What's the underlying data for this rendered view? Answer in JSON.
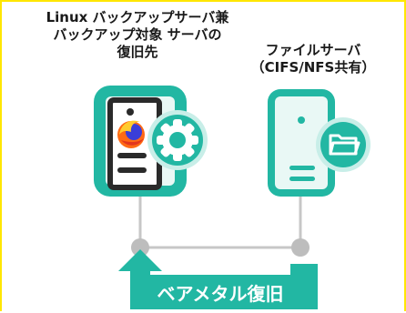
{
  "labels": {
    "left_server": [
      "Linux バックアップサーバ兼",
      "バックアップ対象 サーバの",
      "復旧先"
    ],
    "right_server": [
      "ファイルサーバ",
      "（CIFS/NFS共有）"
    ]
  },
  "banner": {
    "text": "ベアメタル復旧"
  },
  "colors": {
    "teal": "#22b7a3",
    "teal_light": "#c8eee8",
    "teal_pale": "#e9f8f5",
    "dark_bar": "#2a2a2a",
    "node_gray": "#bdbdbd",
    "line_gray": "#c7c7c7",
    "frame_yellow": "#ffe600",
    "firefox_orange": "#ff6a13",
    "firefox_blue": "#3a3ed8"
  },
  "icons": {
    "left_server": "server-with-browser-and-gear",
    "right_server": "server-with-folder",
    "arrow": "up-arrow"
  }
}
